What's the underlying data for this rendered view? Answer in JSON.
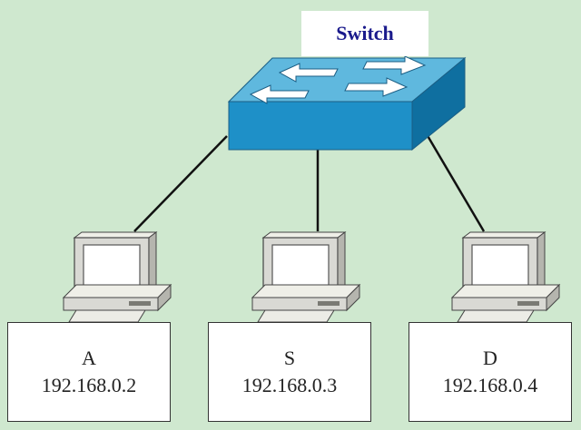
{
  "switch": {
    "label": "Switch"
  },
  "hosts": [
    {
      "name": "A",
      "ip": "192.168.0.2"
    },
    {
      "name": "S",
      "ip": "192.168.0.3"
    },
    {
      "name": "D",
      "ip": "192.168.0.4"
    }
  ],
  "colors": {
    "background": "#cfe8cf",
    "switch_top": "#5fb8de",
    "switch_front": "#1e90c8",
    "switch_side": "#0f6fa0",
    "switch_label_text": "#1a1a8c",
    "computer_body": "#d9d9d4"
  },
  "icons": [
    "switch-icon",
    "computer-icon"
  ]
}
